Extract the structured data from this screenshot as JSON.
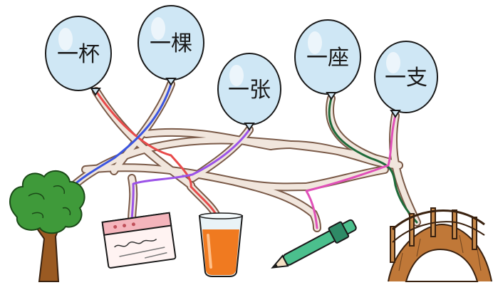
{
  "balloons": [
    {
      "id": "bei",
      "label": "一杯",
      "color": "#cfe7f5"
    },
    {
      "id": "ke",
      "label": "一棵",
      "color": "#cfe7f5"
    },
    {
      "id": "zhang",
      "label": "一张",
      "color": "#cfe7f5"
    },
    {
      "id": "zuo",
      "label": "一座",
      "color": "#cfe7f5"
    },
    {
      "id": "zhi",
      "label": "一支",
      "color": "#cfe7f5"
    }
  ],
  "objects": [
    {
      "id": "tree",
      "icon": "tree-icon"
    },
    {
      "id": "card",
      "icon": "card-icon"
    },
    {
      "id": "glass",
      "icon": "juice-glass-icon"
    },
    {
      "id": "pen",
      "icon": "pen-icon"
    },
    {
      "id": "bridge",
      "icon": "bridge-icon"
    }
  ],
  "path_colors": {
    "bei": "#e84a4a",
    "ke": "#3b55e0",
    "zhang": "#9b52e8",
    "zuo": "#1f6b3a",
    "zhi": "#e050b8"
  }
}
